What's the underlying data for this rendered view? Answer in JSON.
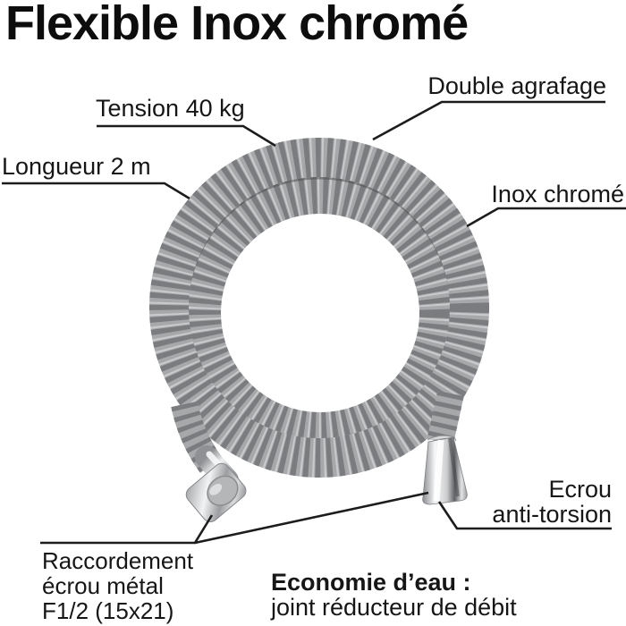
{
  "title": "Flexible Inox chromé",
  "annotations": {
    "tension": "Tension 40 kg",
    "double_agrafage": "Double agrafage",
    "longueur": "Longueur 2 m",
    "inox_chrome": "Inox chromé",
    "ecrou_line1": "Ecrou",
    "ecrou_line2": "anti-torsion",
    "raccordement_line1": "Raccordement",
    "raccordement_line2": "écrou métal",
    "raccordement_line3": "F1/2 (15x21)"
  },
  "caption": {
    "title": "Economie d’eau :",
    "text": "joint réducteur de débit"
  },
  "image": {
    "description": "Coiled chrome flexible shower hose with two metal end fittings",
    "colors": {
      "background": "#ffffff",
      "text": "#161616",
      "callout_line": "#1c1c1c",
      "hose_base": "#a6a8aa",
      "hose_rib_dark": "#75777a",
      "hose_sheen": "#e4e6e8",
      "hose_crevice": "#48484a",
      "chrome_light": "#f4f5f6",
      "chrome_mid": "#b9bbbd",
      "chrome_dark": "#6e7073"
    }
  }
}
